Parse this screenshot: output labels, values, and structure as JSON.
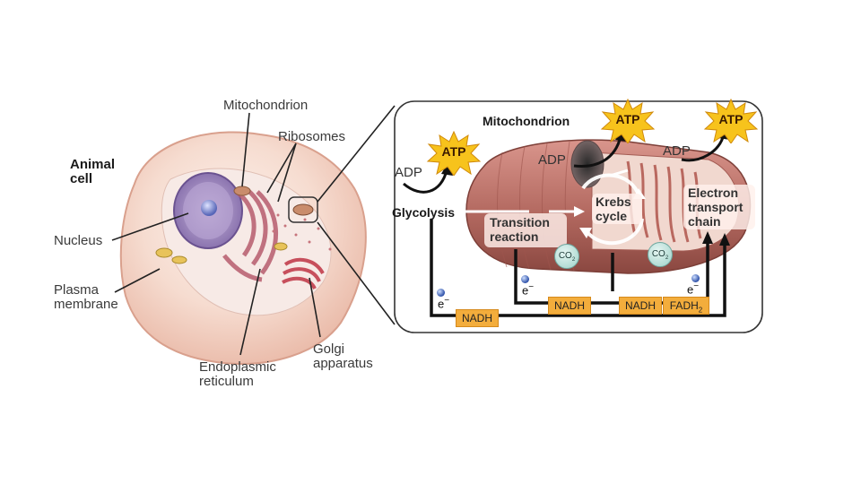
{
  "left_figure": {
    "title": "Animal\ncell",
    "labels": {
      "mitochondrion": "Mitochondrion",
      "ribosomes": "Ribosomes",
      "nucleus": "Nucleus",
      "plasma_membrane": "Plasma\nmembrane",
      "endoplasmic_reticulum": "Endoplasmic\nreticulum",
      "golgi": "Golgi\napparatus"
    }
  },
  "right_figure": {
    "title": "Mitochondrion",
    "atp_label": "ATP",
    "adp_label": "ADP",
    "glycolysis": "Glycolysis",
    "transition": "Transition\nreaction",
    "krebs": "Krebs\ncycle",
    "etc": "Electron\ntransport\nchain",
    "co2_main": "CO",
    "co2_sub": "2",
    "electron_label": "e",
    "electron_sign": "−",
    "nadh": "NADH",
    "fadh_main": "FADH",
    "fadh_sub": "2"
  },
  "colors": {
    "atp_burst": "#f7c31c",
    "carrier_tag": "#f3ad3c",
    "mito_membrane": "#b5655c",
    "cell_body": "#f3cbbd",
    "nucleus": "#9a84b8"
  }
}
